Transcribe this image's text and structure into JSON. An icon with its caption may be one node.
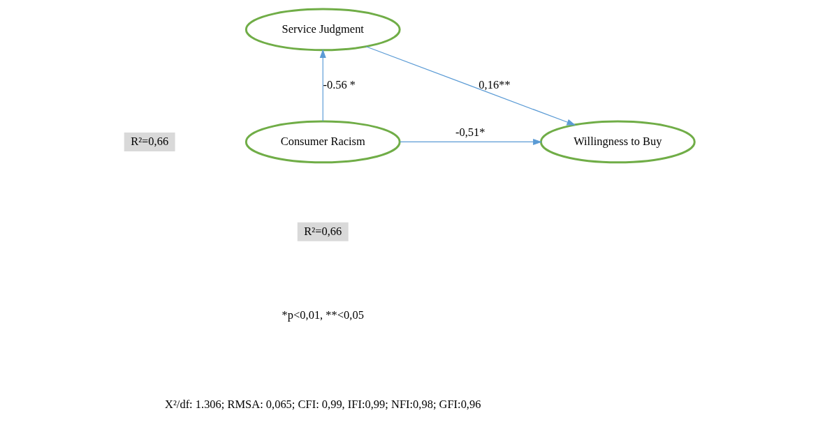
{
  "diagram": {
    "nodes": [
      {
        "text": [
          "Service Judgment"
        ]
      },
      {
        "text": [
          "Consumer Racism"
        ]
      },
      {
        "text": [
          "Willingness to Buy"
        ]
      }
    ],
    "edges": [
      {
        "from": 1,
        "to": 0,
        "arrow": "to",
        "label": "-0.56 *"
      },
      {
        "from": 0,
        "to": 2,
        "arrow": "to",
        "label": "0,16**"
      },
      {
        "from": 1,
        "to": 2,
        "arrow": "to",
        "label": "-0,51*"
      }
    ],
    "labels": [
      "R²=0,66",
      "R²=0,66",
      "*p<0,01, **<0,05",
      "X²/df: 1.306; RMSA: 0,065; CFI: 0,99, IFI:0,99; NFI:0,98; GFI:0,96"
    ]
  }
}
